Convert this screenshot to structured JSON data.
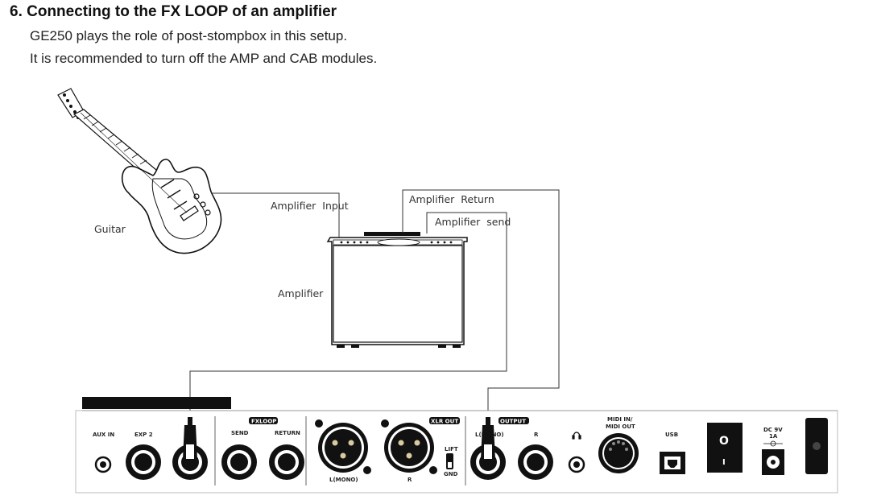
{
  "header": {
    "title": "6. Connecting to the FX LOOP of an amplifier",
    "line1": "GE250 plays the role of post-stompbox in this setup.",
    "line2": "It is recommended to turn off the AMP and CAB modules."
  },
  "diagram": {
    "labels": {
      "guitar": "Guitar",
      "amp_input": "Amplifier  Input",
      "amp_return": "Amplifier  Return",
      "amp_send": "Amplifier  send",
      "amplifier": "Amplifier"
    },
    "panel": {
      "aux_in": "AUX IN",
      "exp2": "EXP 2",
      "fxloop_badge": "FXLOOP",
      "send": "SEND",
      "return": "RETURN",
      "xlr_badge": "XLR OUT",
      "xlr_l": "L(MONO)",
      "xlr_r": "R",
      "lift": "LIFT",
      "gnd": "GND",
      "output_badge": "OUTPUT",
      "out_l": "L(MONO)",
      "out_r": "R",
      "headphone_icon": "headphone-icon",
      "midi": "MIDI IN/",
      "midi2": "MIDI OUT",
      "usb": "USB",
      "power_on": "O",
      "power_off": "I",
      "dc": "DC 9V",
      "dc2": "1A"
    }
  }
}
